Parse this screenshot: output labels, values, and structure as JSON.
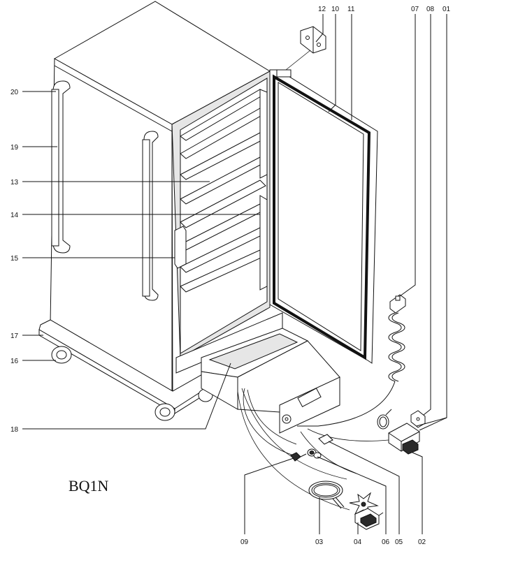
{
  "model_label": "BQ1N",
  "callouts": {
    "p01": "01",
    "p02": "02",
    "p03": "03",
    "p04": "04",
    "p05": "05",
    "p06": "06",
    "p07": "07",
    "p08": "08",
    "p09": "09",
    "p10": "10",
    "p11": "11",
    "p12": "12",
    "p13": "13",
    "p14": "14",
    "p15": "15",
    "p16": "16",
    "p17": "17",
    "p18": "18",
    "p19": "19",
    "p20": "20"
  }
}
